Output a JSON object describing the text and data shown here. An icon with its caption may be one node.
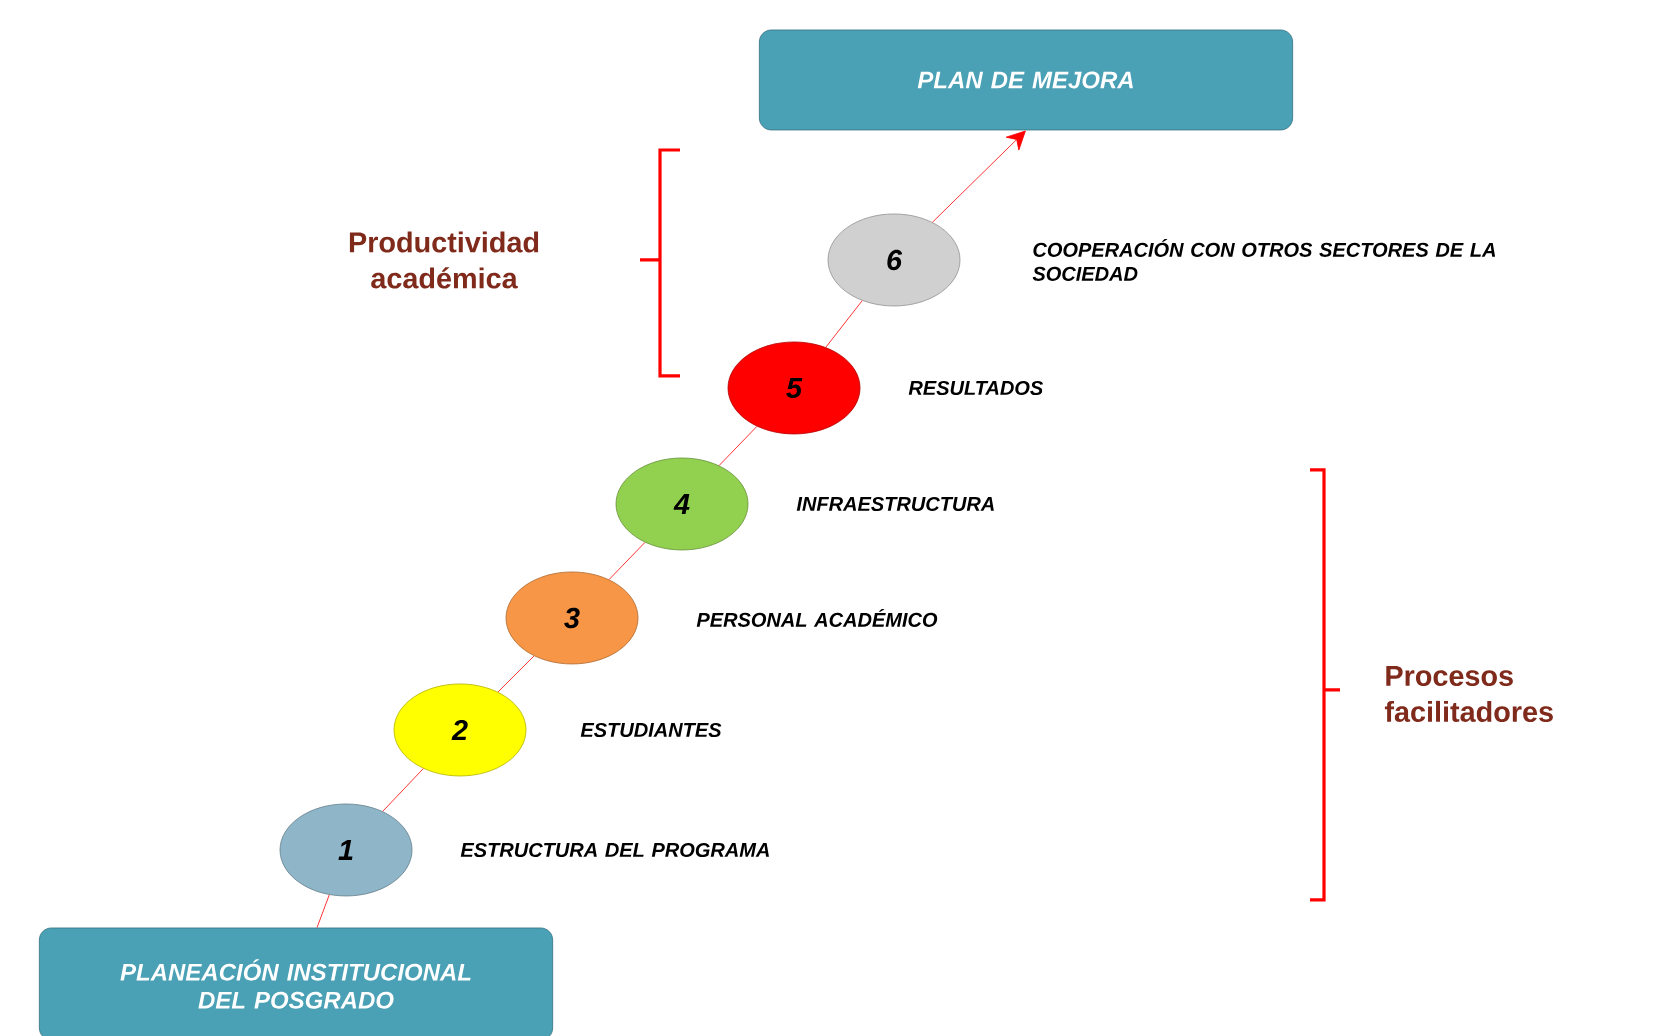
{
  "diagram": {
    "nodes": [
      {
        "text": [
          "PLANEACIÓN INSTITUCIONAL DEL POSGRADO"
        ]
      },
      {
        "text": [
          "1"
        ],
        "beside": [
          "ESTRUCTURA DEL PROGRAMA"
        ]
      },
      {
        "text": [
          "2"
        ],
        "beside": [
          "ESTUDIANTES"
        ]
      },
      {
        "text": [
          "3"
        ],
        "beside": [
          "PERSONAL ACADÉMICO"
        ]
      },
      {
        "text": [
          "4"
        ],
        "beside": [
          "INFRAESTRUCTURA"
        ]
      },
      {
        "text": [
          "5"
        ],
        "beside": [
          "RESULTADOS"
        ]
      },
      {
        "text": [
          "6"
        ],
        "beside": [
          "COOPERACIÓN CON OTROS SECTORES DE LA SOCIEDAD"
        ]
      },
      {
        "text": [
          "PLAN DE MEJORA"
        ]
      }
    ],
    "edges": [
      {
        "from": 0,
        "to": 1,
        "arrow": "none"
      },
      {
        "from": 1,
        "to": 2,
        "arrow": "none"
      },
      {
        "from": 2,
        "to": 3,
        "arrow": "none"
      },
      {
        "from": 3,
        "to": 4,
        "arrow": "none"
      },
      {
        "from": 4,
        "to": 5,
        "arrow": "none"
      },
      {
        "from": 5,
        "to": 6,
        "arrow": "none"
      },
      {
        "from": 6,
        "to": 7,
        "arrow": "to"
      }
    ],
    "labels": [
      "Productividad académica",
      "Procesos facilitadores"
    ]
  }
}
